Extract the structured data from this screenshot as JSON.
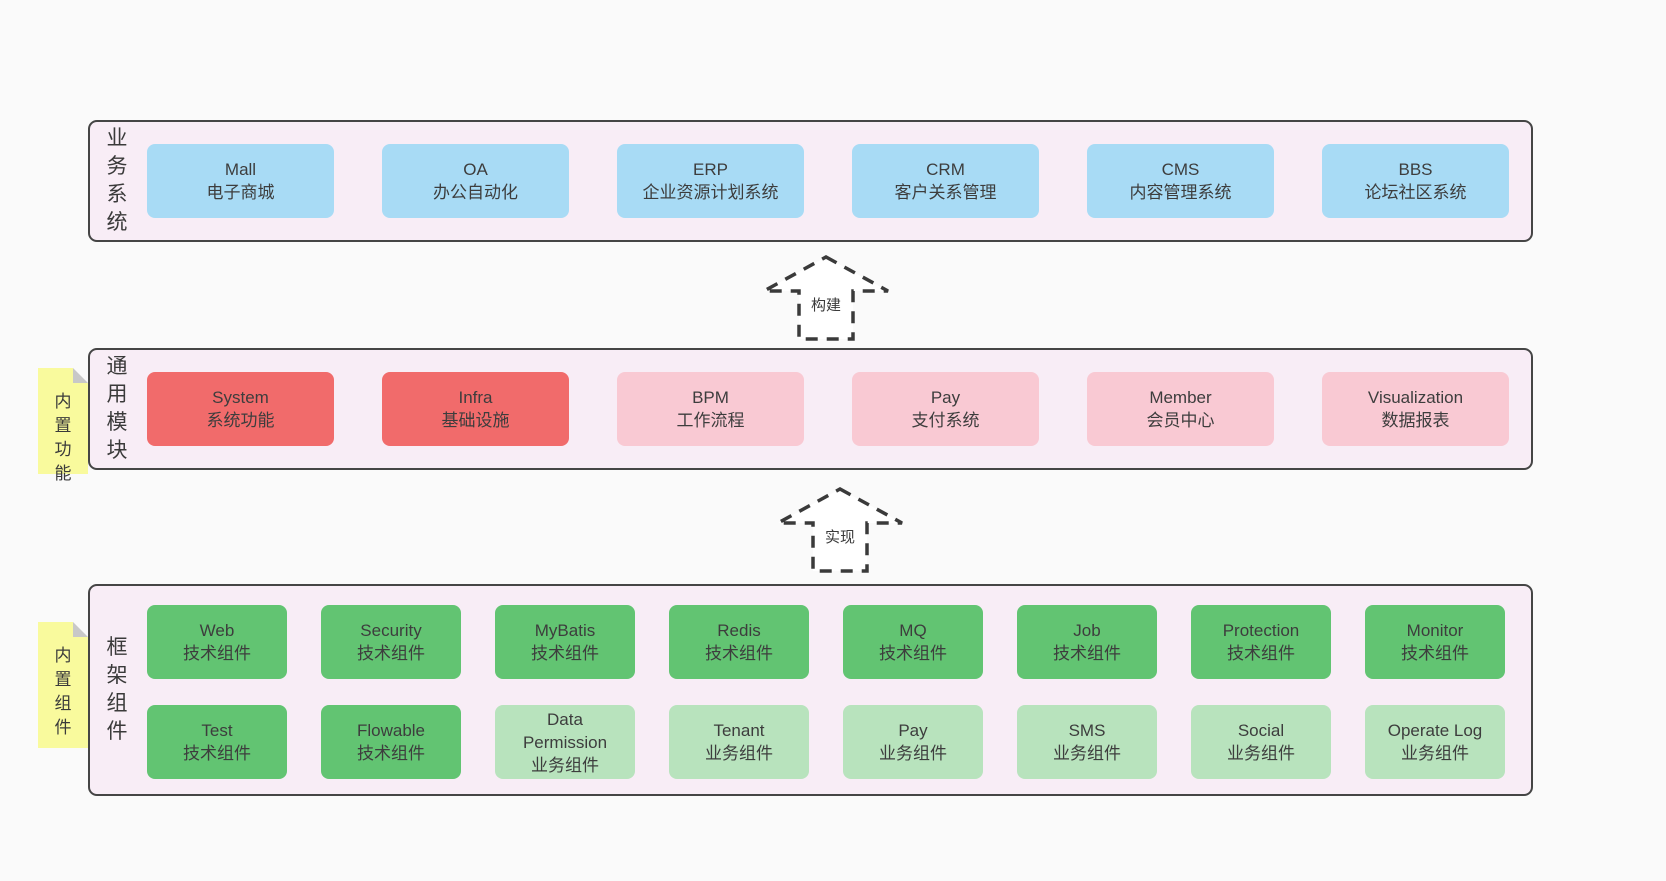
{
  "colors": {
    "page_bg": "#fafafa",
    "panel_bg": "#f8edf6",
    "panel_border": "#454545",
    "blue_box": "#a8dbf5",
    "red_box": "#f16b6b",
    "pink_box": "#f9c9d3",
    "green_box": "#62c472",
    "light_green_box": "#b8e3bd",
    "sticky_note": "#f9fa9d",
    "text": "#3d3d3d"
  },
  "arrows": [
    {
      "label": "构建"
    },
    {
      "label": "实现"
    }
  ],
  "layers": [
    {
      "label": "业务系统",
      "boxes": [
        {
          "title": "Mall",
          "subtitle": "电子商城"
        },
        {
          "title": "OA",
          "subtitle": "办公自动化"
        },
        {
          "title": "ERP",
          "subtitle": "企业资源计划系统"
        },
        {
          "title": "CRM",
          "subtitle": "客户关系管理"
        },
        {
          "title": "CMS",
          "subtitle": "内容管理系统"
        },
        {
          "title": "BBS",
          "subtitle": "论坛社区系统"
        }
      ]
    },
    {
      "label": "通用模块",
      "sticky": "内置功能",
      "boxes": [
        {
          "title": "System",
          "subtitle": "系统功能"
        },
        {
          "title": "Infra",
          "subtitle": "基础设施"
        },
        {
          "title": "BPM",
          "subtitle": "工作流程"
        },
        {
          "title": "Pay",
          "subtitle": "支付系统"
        },
        {
          "title": "Member",
          "subtitle": "会员中心"
        },
        {
          "title": "Visualization",
          "subtitle": "数据报表"
        }
      ]
    },
    {
      "label": "框架组件",
      "sticky": "内置组件",
      "rows": [
        [
          {
            "title": "Web",
            "subtitle": "技术组件"
          },
          {
            "title": "Security",
            "subtitle": "技术组件"
          },
          {
            "title": "MyBatis",
            "subtitle": "技术组件"
          },
          {
            "title": "Redis",
            "subtitle": "技术组件"
          },
          {
            "title": "MQ",
            "subtitle": "技术组件"
          },
          {
            "title": "Job",
            "subtitle": "技术组件"
          },
          {
            "title": "Protection",
            "subtitle": "技术组件"
          },
          {
            "title": "Monitor",
            "subtitle": "技术组件"
          }
        ],
        [
          {
            "title": "Test",
            "subtitle": "技术组件"
          },
          {
            "title": "Flowable",
            "subtitle": "技术组件"
          },
          {
            "title": "Data Permission",
            "subtitle": "业务组件"
          },
          {
            "title": "Tenant",
            "subtitle": "业务组件"
          },
          {
            "title": "Pay",
            "subtitle": "业务组件"
          },
          {
            "title": "SMS",
            "subtitle": "业务组件"
          },
          {
            "title": "Social",
            "subtitle": "业务组件"
          },
          {
            "title": "Operate Log",
            "subtitle": "业务组件"
          }
        ]
      ]
    }
  ]
}
